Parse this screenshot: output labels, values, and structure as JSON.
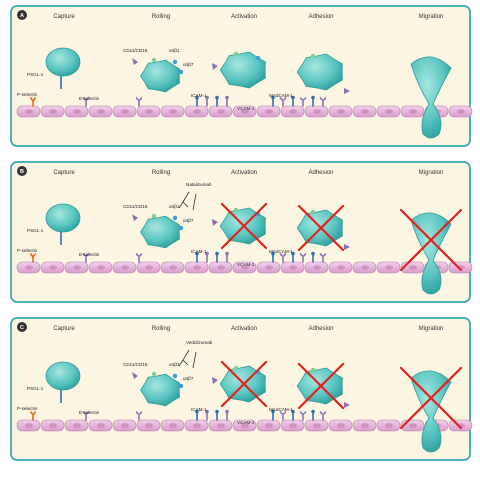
{
  "panels": [
    {
      "badge": "A",
      "stages": [
        "Capture",
        "Rolling",
        "Activation",
        "Adhesion",
        "Migration"
      ],
      "labels": {
        "psgl": "PSGL-1",
        "pselectin": "P-selectin",
        "eselectin": "E-selectin",
        "cd11": "CD11/CD18",
        "a4b1": "α4β1",
        "a4b7": "α4β7",
        "icam": "ICAM-1",
        "vcam": "VCAM-1",
        "madcam": "MAdCAM-1"
      },
      "drug": "",
      "blocked": []
    },
    {
      "badge": "B",
      "stages": [
        "Capture",
        "Rolling",
        "Activation",
        "Adhesion",
        "Migration"
      ],
      "labels": {
        "psgl": "PSGL-1",
        "pselectin": "P-selectin",
        "eselectin": "E-selectin",
        "cd11": "CD11/CD18",
        "a4b1": "α4β1",
        "a4b7": "α4β7",
        "icam": "ICAM-1",
        "vcam": "VCAM-1",
        "madcam": "MAdCAM-1"
      },
      "drug": "Natalizumab",
      "blocked": [
        "Activation",
        "Adhesion",
        "Migration"
      ]
    },
    {
      "badge": "C",
      "stages": [
        "Capture",
        "Rolling",
        "Activation",
        "Adhesion",
        "Migration"
      ],
      "labels": {
        "psgl": "PSGL-1",
        "pselectin": "P-selectin",
        "eselectin": "E-selectin",
        "cd11": "CD11/CD18",
        "a4b1": "α4β1",
        "a4b7": "α4β7",
        "icam": "ICAM-1",
        "vcam": "VCAM-1",
        "madcam": "MAdCAM-1"
      },
      "drug": "Vedolizumab",
      "blocked": [
        "Activation",
        "Adhesion",
        "Migration"
      ]
    }
  ],
  "colors": {
    "panel_bg": "#fbf5e2",
    "panel_border": "#39a9b5",
    "cell": "#5cc6c2",
    "cell_dark": "#2b9e9b",
    "endothelium": "#e9b6dc",
    "endothelium_edge": "#b882b0",
    "cross": "#e0231c",
    "receptor_blue": "#2b6fb3",
    "receptor_purple": "#8e6fb0",
    "selectin_orange": "#e36a22"
  }
}
